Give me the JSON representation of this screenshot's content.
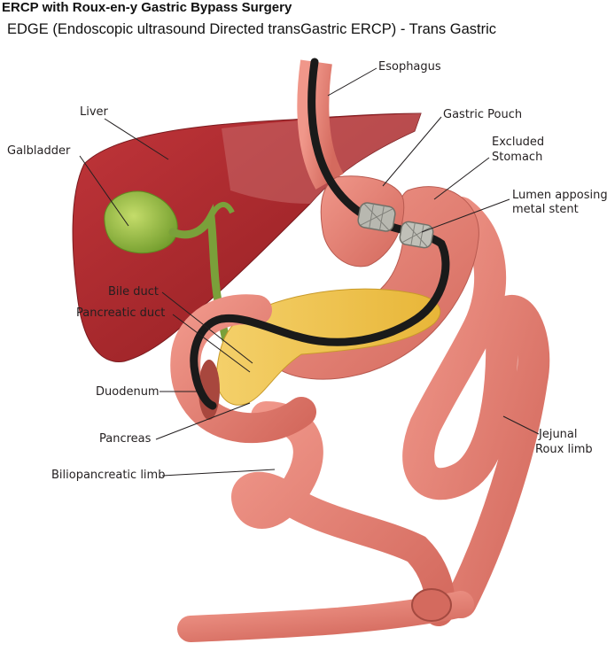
{
  "title": "ERCP with Roux-en-y Gastric Bypass Surgery",
  "subtitle": "EDGE (Endoscopic ultrasound Directed transGastric ERCP) - Trans Gastric",
  "labels": {
    "esophagus": "Esophagus",
    "liver": "Liver",
    "gastric_pouch": "Gastric Pouch",
    "excluded_stomach_1": "Excluded",
    "excluded_stomach_2": "Stomach",
    "galbladder": "Galbladder",
    "stent_1": "Lumen apposing",
    "stent_2": "metal stent",
    "bile_duct": "Bile duct",
    "pancreatic_duct": "Pancreatic duct",
    "duodenum": "Duodenum",
    "pancreas": "Pancreas",
    "jejunal_1": "Jejunal",
    "jejunal_2": "Roux limb",
    "biliopancreatic_limb": "Biliopancreatic limb"
  },
  "colors": {
    "liver": "#a8282a",
    "gallbladder": "#8fb33a",
    "bile_duct": "#7aa03a",
    "intestine": "#e07a6e",
    "pancreas": "#f0c048",
    "endoscope": "#1a1a1a",
    "stent": "#b8b8b0"
  }
}
